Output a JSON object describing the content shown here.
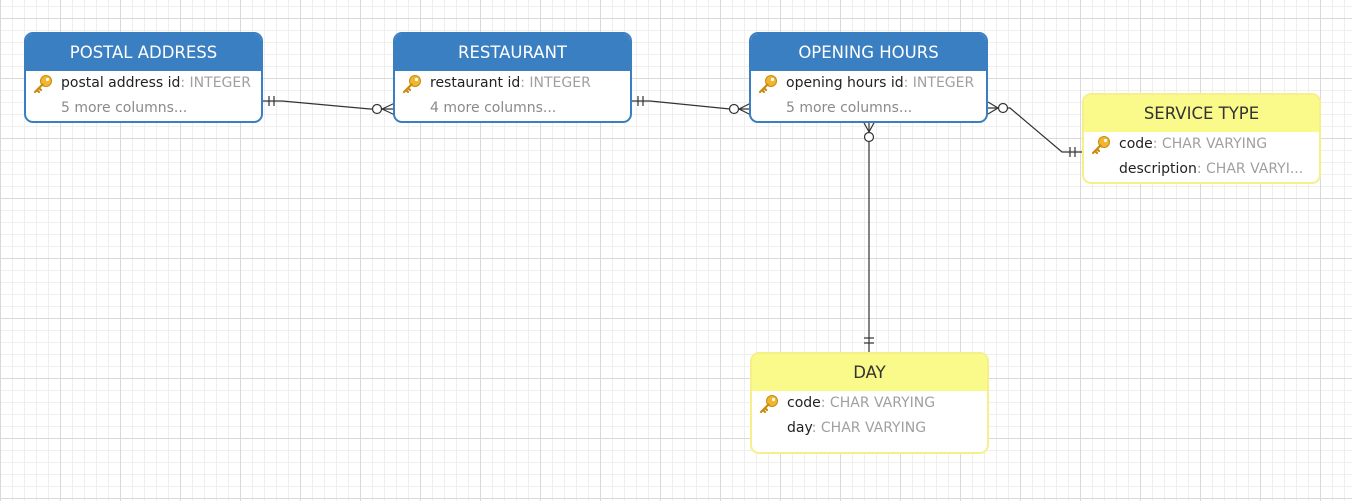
{
  "colors": {
    "entity_blue": "#3a7fc1",
    "entity_yellow": "#fafa8a",
    "connector": "#333333"
  },
  "entities": {
    "postal_address": {
      "title": "POSTAL ADDRESS",
      "pk_name": "postal address id",
      "pk_type": ": INTEGER",
      "more": "5 more columns..."
    },
    "restaurant": {
      "title": "RESTAURANT",
      "pk_name": "restaurant id",
      "pk_type": ": INTEGER",
      "more": "4 more columns..."
    },
    "opening_hours": {
      "title": "OPENING HOURS",
      "pk_name": "opening hours id",
      "pk_type": ": INTEGER",
      "more": "5 more columns..."
    },
    "service_type": {
      "title": "SERVICE TYPE",
      "pk_name": "code",
      "pk_type": ": CHAR VARYING",
      "col2_name": "description",
      "col2_type": ": CHAR VARYI..."
    },
    "day": {
      "title": "DAY",
      "pk_name": "code",
      "pk_type": ": CHAR VARYING",
      "col2_name": "day",
      "col2_type": ": CHAR VARYING"
    }
  },
  "relationships": [
    {
      "from": "postal_address",
      "from_end": "one",
      "to": "restaurant",
      "to_end": "zero-or-many"
    },
    {
      "from": "restaurant",
      "from_end": "one",
      "to": "opening_hours",
      "to_end": "zero-or-many"
    },
    {
      "from": "service_type",
      "from_end": "one",
      "to": "opening_hours",
      "to_end": "zero-or-many"
    },
    {
      "from": "day",
      "from_end": "one",
      "to": "opening_hours",
      "to_end": "zero-or-many"
    }
  ]
}
